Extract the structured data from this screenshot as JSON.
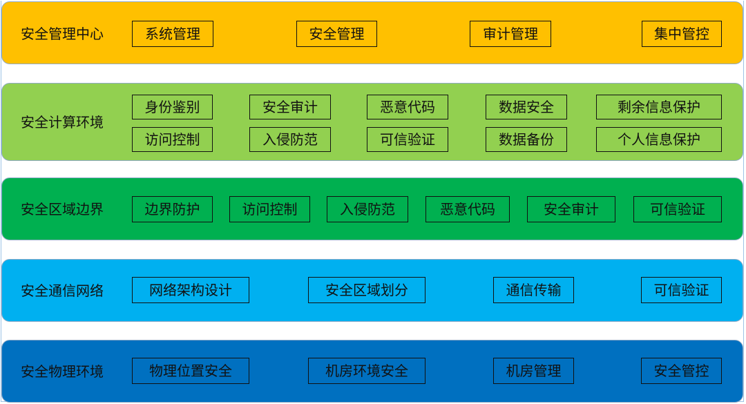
{
  "layers": [
    {
      "title": "安全管理中心",
      "color": "#ffc000",
      "items": [
        "系统管理",
        "安全管理",
        "审计管理",
        "集中管控"
      ]
    },
    {
      "title": "安全计算环境",
      "color": "#92d050",
      "items": [
        "身份鉴别",
        "安全审计",
        "恶意代码",
        "数据安全",
        "剩余信息保护",
        "访问控制",
        "入侵防范",
        "可信验证",
        "数据备份",
        "个人信息保护"
      ]
    },
    {
      "title": "安全区域边界",
      "color": "#00b050",
      "items": [
        "边界防护",
        "访问控制",
        "入侵防范",
        "恶意代码",
        "安全审计",
        "可信验证"
      ]
    },
    {
      "title": "安全通信网络",
      "color": "#00b0f0",
      "items": [
        "网络架构设计",
        "安全区域划分",
        "通信传输",
        "可信验证"
      ]
    },
    {
      "title": "安全物理环境",
      "color": "#0070c0",
      "items": [
        "物理位置安全",
        "机房环境安全",
        "机房管理",
        "安全管控"
      ]
    }
  ]
}
